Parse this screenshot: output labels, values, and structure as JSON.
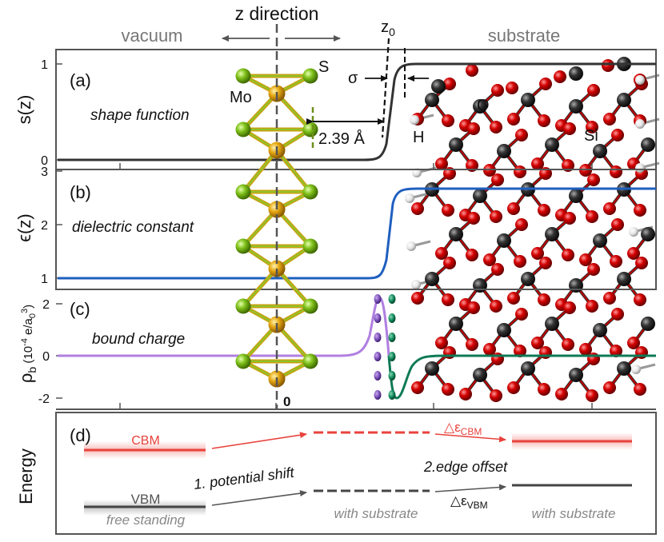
{
  "header": {
    "vacuum": "vacuum",
    "z_direction": "z direction",
    "z0_main": "z",
    "z0_sub": "0",
    "substrate": "substrate"
  },
  "panel_a": {
    "label": "(a)",
    "ylabel": "s(z)",
    "desc": "shape function",
    "ticks": [
      "0",
      "1"
    ],
    "sigma": "σ",
    "distance": "2.39 Å",
    "atom_mo": "Mo",
    "atom_s": "S",
    "atom_o": "O",
    "atom_h": "H",
    "atom_si": "Si"
  },
  "panel_b": {
    "label": "(b)",
    "ylabel": "ϵ(z)",
    "desc": "dielectric constant",
    "ticks": [
      "1",
      "2",
      "3"
    ]
  },
  "panel_c": {
    "label": "(c)",
    "ylabel_main": "ρ",
    "ylabel_sub": "b",
    "ylabel_unit": " (10",
    "ylabel_exp": "-4",
    "ylabel_unit2": " e/a",
    "ylabel_sub2": "0",
    "ylabel_exp2": "3",
    "ylabel_close": ")",
    "desc": "bound charge",
    "ticks": [
      "-2",
      "0",
      "2"
    ],
    "origin": "0"
  },
  "panel_d": {
    "label": "(d)",
    "ylabel": "Energy",
    "cbm": "CBM",
    "vbm": "VBM",
    "free_standing": "free standing",
    "step1": "1. potential shift",
    "step2": "2.edge offset",
    "with_sub_1": "with substrate",
    "with_sub_2": "with substrate",
    "d_cbm_symbol": "△ε",
    "d_cbm_sub": "CBM",
    "d_vbm_symbol": "△ε",
    "d_vbm_sub": "VBM"
  },
  "colors": {
    "axis": "#555555",
    "curve_a": "#333333",
    "curve_b": "#1f5fbf",
    "curve_c_purple": "#b07fe0",
    "curve_c_green": "#0d7a55",
    "cbm": "#e8423c",
    "vbm": "#444444",
    "mo": "#e0a010",
    "s_atom": "#7fc31c",
    "o_atom": "#d40000",
    "si_atom": "#333333",
    "h_atom": "#e8e8e8"
  }
}
